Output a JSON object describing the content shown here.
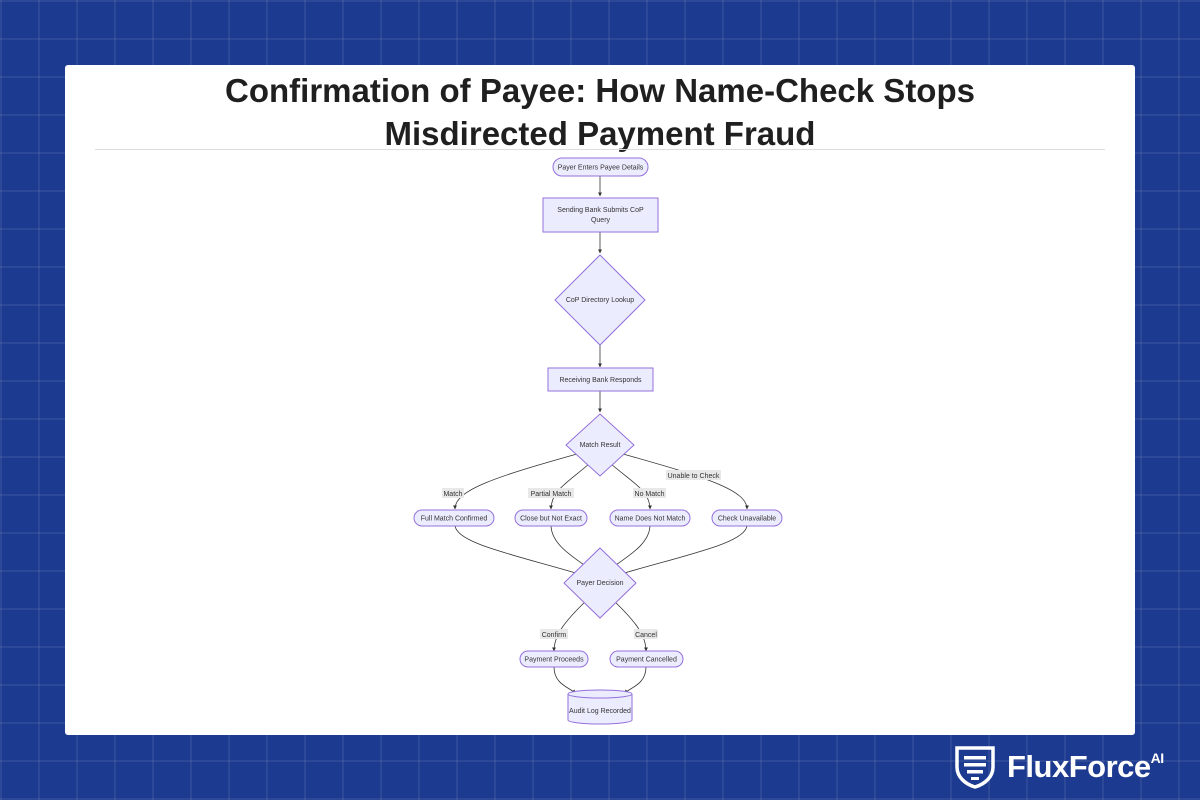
{
  "title": {
    "line1": "Confirmation of Payee: How Name-Check Stops",
    "line2": "Misdirected Payment Fraud"
  },
  "nodes": {
    "payer_enters": "Payer Enters Payee Details",
    "bank_submits_1": "Sending Bank Submits CoP",
    "bank_submits_2": "Query",
    "directory_lookup": "CoP Directory Lookup",
    "receiving_bank": "Receiving Bank Responds",
    "match_result": "Match Result",
    "full_match": "Full Match Confirmed",
    "close_match": "Close but Not Exact",
    "no_match": "Name Does Not Match",
    "unavailable": "Check Unavailable",
    "payer_decision": "Payer Decision",
    "proceeds": "Payment Proceeds",
    "cancelled": "Payment Cancelled",
    "audit_log": "Audit Log Recorded"
  },
  "edge_labels": {
    "match": "Match",
    "partial": "Partial Match",
    "no_match": "No Match",
    "unable": "Unable to Check",
    "confirm": "Confirm",
    "cancel": "Cancel"
  },
  "brand": {
    "name": "FluxForce",
    "suffix": "AI",
    "logo_icon": "shield-logo-icon"
  },
  "colors": {
    "background": "#1c3a8f",
    "node_fill": "#ececff",
    "node_stroke": "#9370db",
    "edge": "#333333"
  }
}
